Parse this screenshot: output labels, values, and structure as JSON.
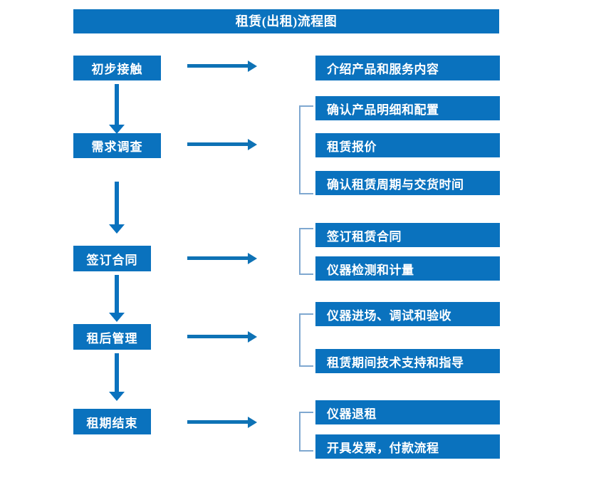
{
  "title": "租赁(出租)流程图",
  "colors": {
    "box_fill": "#0A72BE",
    "box_text": "#FFFFFF",
    "arrow": "#0E72B5",
    "bracket": "#7FA8D0",
    "background": "#FFFFFF"
  },
  "flow": {
    "stages": [
      {
        "label": "初步接触"
      },
      {
        "label": "需求调查"
      },
      {
        "label": "签订合同"
      },
      {
        "label": "租后管理"
      },
      {
        "label": "租期结束"
      }
    ],
    "detail_groups": [
      {
        "items": [
          {
            "label": "介绍产品和服务内容"
          }
        ]
      },
      {
        "items": [
          {
            "label": "确认产品明细和配置"
          },
          {
            "label": "租赁报价"
          },
          {
            "label": "确认租赁周期与交货时间"
          }
        ]
      },
      {
        "items": [
          {
            "label": "签订租赁合同"
          },
          {
            "label": "仪器检测和计量"
          }
        ]
      },
      {
        "items": [
          {
            "label": "仪器进场、调试和验收"
          },
          {
            "label": "租赁期间技术支持和指导"
          }
        ]
      },
      {
        "items": [
          {
            "label": "仪器退租"
          },
          {
            "label": "开具发票，付款流程"
          }
        ]
      }
    ]
  }
}
